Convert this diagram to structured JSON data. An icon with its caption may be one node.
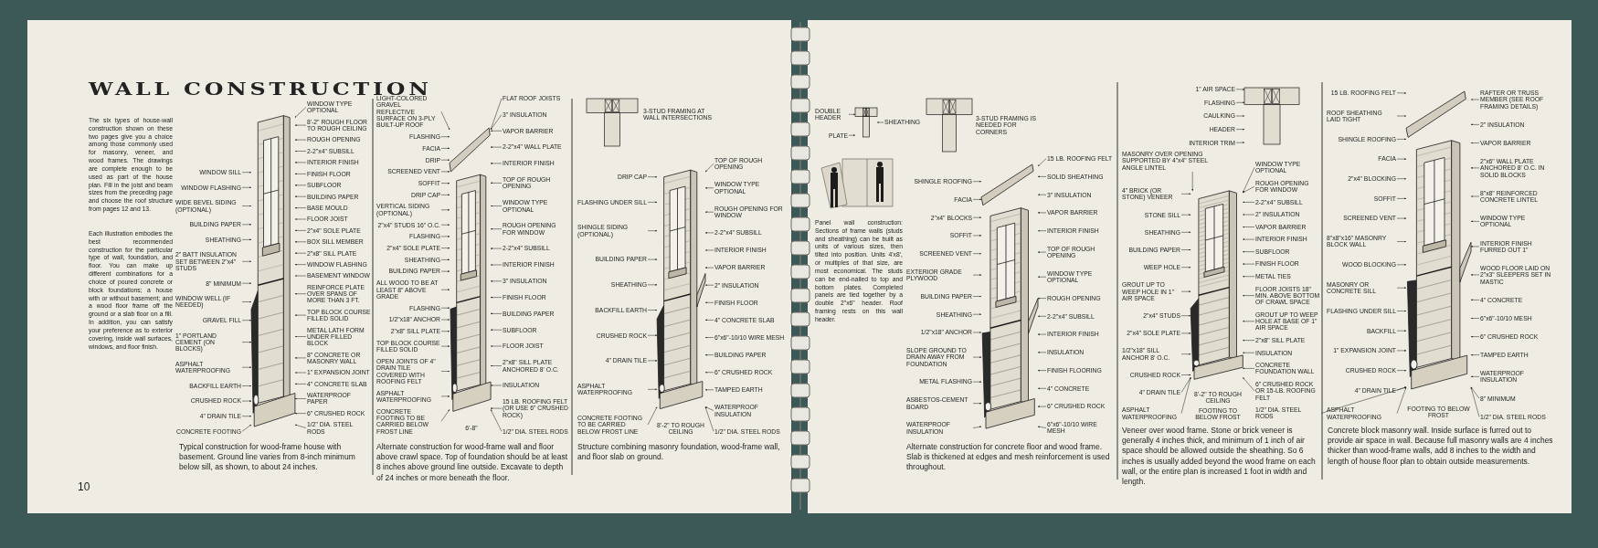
{
  "diagram": {
    "title": "WALL CONSTRUCTION",
    "nodes": [
      {
        "text": [
          "WINDOW SILL"
        ]
      },
      {
        "text": [
          "WINDOW FLASHING"
        ]
      },
      {
        "text": [
          "WIDE BEVEL SIDING (OPTIONAL)"
        ]
      },
      {
        "text": [
          "BUILDING PAPER"
        ]
      },
      {
        "text": [
          "SHEATHING"
        ]
      },
      {
        "text": [
          "2\" BATT INSULATION SET BETWEEN 2\"x4\" STUDS"
        ]
      },
      {
        "text": [
          "8\" MINIMUM"
        ]
      },
      {
        "text": [
          "WINDOW WELL (IF NEEDED)"
        ]
      },
      {
        "text": [
          "GRAVEL FILL"
        ]
      },
      {
        "text": [
          "1\" PORTLAND CEMENT (ON BLOCKS)"
        ]
      },
      {
        "text": [
          "ASPHALT WATERPROOFING"
        ]
      },
      {
        "text": [
          "BACKFILL EARTH"
        ]
      },
      {
        "text": [
          "CRUSHED ROCK"
        ]
      },
      {
        "text": [
          "4\" DRAIN TILE"
        ]
      },
      {
        "text": [
          "CONCRETE FOOTING"
        ]
      },
      {
        "text": [
          "WINDOW TYPE OPTIONAL"
        ]
      },
      {
        "text": [
          "8'-2\" ROUGH FLOOR TO ROUGH CEILING"
        ]
      },
      {
        "text": [
          "ROUGH OPENING"
        ]
      },
      {
        "text": [
          "2-2\"x4\" SUBSILL"
        ]
      },
      {
        "text": [
          "INTERIOR FINISH"
        ]
      },
      {
        "text": [
          "FINISH FLOOR"
        ]
      },
      {
        "text": [
          "SUBFLOOR"
        ]
      },
      {
        "text": [
          "BUILDING PAPER"
        ]
      },
      {
        "text": [
          "BASE MOULD"
        ]
      },
      {
        "text": [
          "FLOOR JOIST"
        ]
      },
      {
        "text": [
          "2\"x4\" SOLE PLATE"
        ]
      },
      {
        "text": [
          "BOX SILL MEMBER"
        ]
      },
      {
        "text": [
          "2\"x8\" SILL PLATE"
        ]
      },
      {
        "text": [
          "WINDOW FLASHING"
        ]
      },
      {
        "text": [
          "BASEMENT WINDOW"
        ]
      },
      {
        "text": [
          "REINFORCE PLATE OVER SPANS OF MORE THAN 3 FT."
        ]
      },
      {
        "text": [
          "TOP BLOCK COURSE FILLED SOLID"
        ]
      },
      {
        "text": [
          "METAL LATH FORM UNDER FILLED BLOCK"
        ]
      },
      {
        "text": [
          "8\" CONCRETE OR MASONRY WALL"
        ]
      },
      {
        "text": [
          "1\" EXPANSION JOINT"
        ]
      },
      {
        "text": [
          "4\" CONCRETE SLAB"
        ]
      },
      {
        "text": [
          "WATERPROOF PAPER"
        ]
      },
      {
        "text": [
          "6\" CRUSHED ROCK"
        ]
      },
      {
        "text": [
          "1/2\" DIA. STEEL RODS"
        ]
      },
      {
        "text": [
          "LIGHT-COLORED GRAVEL REFLECTIVE SURFACE ON 3-PLY BUILT-UP ROOF"
        ]
      },
      {
        "text": [
          "FLASHING"
        ]
      },
      {
        "text": [
          "FACIA"
        ]
      },
      {
        "text": [
          "DRIP"
        ]
      },
      {
        "text": [
          "SCREENED VENT"
        ]
      },
      {
        "text": [
          "SOFFIT"
        ]
      },
      {
        "text": [
          "DRIP CAP"
        ]
      },
      {
        "text": [
          "VERTICAL SIDING (OPTIONAL)"
        ]
      },
      {
        "text": [
          "2\"x4\" STUDS 16\" O.C."
        ]
      },
      {
        "text": [
          "FLASHING"
        ]
      },
      {
        "text": [
          "2\"x4\" SOLE PLATE"
        ]
      },
      {
        "text": [
          "SHEATHING"
        ]
      },
      {
        "text": [
          "BUILDING PAPER"
        ]
      },
      {
        "text": [
          "ALL WOOD TO BE AT LEAST 8\" ABOVE GRADE"
        ]
      },
      {
        "text": [
          "FLASHING"
        ]
      },
      {
        "text": [
          "1/2\"x18\" ANCHOR"
        ]
      },
      {
        "text": [
          "2\"x8\" SILL PLATE"
        ]
      },
      {
        "text": [
          "TOP BLOCK COURSE FILLED SOLID"
        ]
      },
      {
        "text": [
          "OPEN JOINTS OF 4\" DRAIN TILE COVERED WITH ROOFING FELT"
        ]
      },
      {
        "text": [
          "ASPHALT WATERPROOFING"
        ]
      },
      {
        "text": [
          "CONCRETE FOOTING TO BE CARRIED BELOW FROST LINE"
        ]
      },
      {
        "text": [
          "FLAT ROOF JOISTS"
        ]
      },
      {
        "text": [
          "3\" INSULATION"
        ]
      },
      {
        "text": [
          "VAPOR BARRIER"
        ]
      },
      {
        "text": [
          "2-2\"x4\" WALL PLATE"
        ]
      },
      {
        "text": [
          "INTERIOR FINISH"
        ]
      },
      {
        "text": [
          "TOP OF ROUGH OPENING"
        ]
      },
      {
        "text": [
          "WINDOW TYPE OPTIONAL"
        ]
      },
      {
        "text": [
          "ROUGH OPENING FOR WINDOW"
        ]
      },
      {
        "text": [
          "2-2\"x4\" SUBSILL"
        ]
      },
      {
        "text": [
          "INTERIOR FINISH"
        ]
      },
      {
        "text": [
          "3\" INSULATION"
        ]
      },
      {
        "text": [
          "FINISH FLOOR"
        ]
      },
      {
        "text": [
          "BUILDING PAPER"
        ]
      },
      {
        "text": [
          "SUBFLOOR"
        ]
      },
      {
        "text": [
          "FLOOR JOIST"
        ]
      },
      {
        "text": [
          "2\"x8\" SILL PLATE ANCHORED 8' O.C."
        ]
      },
      {
        "text": [
          "INSULATION"
        ]
      },
      {
        "text": [
          "15 LB. ROOFING FELT (OR USE 6\" CRUSHED ROCK)"
        ]
      },
      {
        "text": [
          "1/2\" DIA. STEEL RODS"
        ]
      },
      {
        "text": [
          "DRIP CAP"
        ]
      },
      {
        "text": [
          "FLASHING UNDER SILL"
        ]
      },
      {
        "text": [
          "SHINGLE SIDING (OPTIONAL)"
        ]
      },
      {
        "text": [
          "BUILDING PAPER"
        ]
      },
      {
        "text": [
          "SHEATHING"
        ]
      },
      {
        "text": [
          "BACKFILL EARTH"
        ]
      },
      {
        "text": [
          "CRUSHED ROCK"
        ]
      },
      {
        "text": [
          "4\" DRAIN TILE"
        ]
      },
      {
        "text": [
          "ASPHALT WATERPROOFING"
        ]
      },
      {
        "text": [
          "CONCRETE FOOTING TO BE CARRIED BELOW FROST LINE"
        ]
      },
      {
        "text": [
          "TOP OF ROUGH OPENING"
        ]
      },
      {
        "text": [
          "WINDOW TYPE OPTIONAL"
        ]
      },
      {
        "text": [
          "ROUGH OPENING FOR WINDOW"
        ]
      },
      {
        "text": [
          "2-2\"x4\" SUBSILL"
        ]
      },
      {
        "text": [
          "INTERIOR FINISH"
        ]
      },
      {
        "text": [
          "VAPOR BARRIER"
        ]
      },
      {
        "text": [
          "2\" INSULATION"
        ]
      },
      {
        "text": [
          "FINISH FLOOR"
        ]
      },
      {
        "text": [
          "4\" CONCRETE SLAB"
        ]
      },
      {
        "text": [
          "6\"x6\"-10/10 WIRE MESH"
        ]
      },
      {
        "text": [
          "BUILDING PAPER"
        ]
      },
      {
        "text": [
          "6\" CRUSHED ROCK"
        ]
      },
      {
        "text": [
          "TAMPED EARTH"
        ]
      },
      {
        "text": [
          "WATERPROOF INSULATION"
        ]
      },
      {
        "text": [
          "1/2\" DIA. STEEL RODS"
        ]
      },
      {
        "text": [
          "DOUBLE HEADER"
        ]
      },
      {
        "text": [
          "PLATE"
        ]
      },
      {
        "text": [
          "SHEATHING"
        ]
      },
      {
        "text": [
          "SHINGLE ROOFING"
        ]
      },
      {
        "text": [
          "FACIA"
        ]
      },
      {
        "text": [
          "2\"x4\" BLOCKS"
        ]
      },
      {
        "text": [
          "SOFFIT"
        ]
      },
      {
        "text": [
          "SCREENED VENT"
        ]
      },
      {
        "text": [
          "EXTERIOR GRADE PLYWOOD"
        ]
      },
      {
        "text": [
          "BUILDING PAPER"
        ]
      },
      {
        "text": [
          "SHEATHING"
        ]
      },
      {
        "text": [
          "1/2\"x18\" ANCHOR"
        ]
      },
      {
        "text": [
          "SLOPE GROUND TO DRAIN AWAY FROM FOUNDATION"
        ]
      },
      {
        "text": [
          "METAL FLASHING"
        ]
      },
      {
        "text": [
          "ASBESTOS-CEMENT BOARD"
        ]
      },
      {
        "text": [
          "WATERPROOF INSULATION"
        ]
      },
      {
        "text": [
          "15 LB. ROOFING FELT"
        ]
      },
      {
        "text": [
          "SOLID SHEATHING"
        ]
      },
      {
        "text": [
          "3\" INSULATION"
        ]
      },
      {
        "text": [
          "VAPOR BARRIER"
        ]
      },
      {
        "text": [
          "INTERIOR FINISH"
        ]
      },
      {
        "text": [
          "TOP OF ROUGH OPENING"
        ]
      },
      {
        "text": [
          "WINDOW TYPE OPTIONAL"
        ]
      },
      {
        "text": [
          "ROUGH OPENING"
        ]
      },
      {
        "text": [
          "2-2\"x4\" SUBSILL"
        ]
      },
      {
        "text": [
          "INTERIOR FINISH"
        ]
      },
      {
        "text": [
          "INSULATION"
        ]
      },
      {
        "text": [
          "FINISH FLOORING"
        ]
      },
      {
        "text": [
          "4\" CONCRETE"
        ]
      },
      {
        "text": [
          "6\" CRUSHED ROCK"
        ]
      },
      {
        "text": [
          "6\"x6\"-10/10 WIRE MESH"
        ]
      },
      {
        "text": [
          "1\" AIR SPACE"
        ]
      },
      {
        "text": [
          "FLASHING"
        ]
      },
      {
        "text": [
          "CAULKING"
        ]
      },
      {
        "text": [
          "HEADER"
        ]
      },
      {
        "text": [
          "INTERIOR TRIM"
        ]
      },
      {
        "text": [
          "MASONRY OVER OPENING SUPPORTED BY 4\"x4\" STEEL ANGLE LINTEL"
        ]
      },
      {
        "text": [
          "4\" BRICK (OR STONE) VENEER"
        ]
      },
      {
        "text": [
          "STONE SILL"
        ]
      },
      {
        "text": [
          "SHEATHING"
        ]
      },
      {
        "text": [
          "BUILDING PAPER"
        ]
      },
      {
        "text": [
          "WEEP HOLE"
        ]
      },
      {
        "text": [
          "GROUT UP TO WEEP HOLE IN 1\" AIR SPACE"
        ]
      },
      {
        "text": [
          "2\"x4\" STUDS"
        ]
      },
      {
        "text": [
          "2\"x4\" SOLE PLATE"
        ]
      },
      {
        "text": [
          "1/2\"x18\" SILL ANCHOR 8' O.C."
        ]
      },
      {
        "text": [
          "CRUSHED ROCK"
        ]
      },
      {
        "text": [
          "4\" DRAIN TILE"
        ]
      },
      {
        "text": [
          "ASPHALT WATERPROOFING"
        ]
      },
      {
        "text": [
          "WINDOW TYPE OPTIONAL"
        ]
      },
      {
        "text": [
          "ROUGH OPENING FOR WINDOW"
        ]
      },
      {
        "text": [
          "2-2\"x4\" SUBSILL"
        ]
      },
      {
        "text": [
          "2\" INSULATION"
        ]
      },
      {
        "text": [
          "VAPOR BARRIER"
        ]
      },
      {
        "text": [
          "INTERIOR FINISH"
        ]
      },
      {
        "text": [
          "SUBFLOOR"
        ]
      },
      {
        "text": [
          "FINISH FLOOR"
        ]
      },
      {
        "text": [
          "METAL TIES"
        ]
      },
      {
        "text": [
          "FLOOR JOISTS 18\" MIN. ABOVE BOTTOM OF CRAWL SPACE"
        ]
      },
      {
        "text": [
          "GROUT UP TO WEEP HOLE AT BASE OF 1\" AIR SPACE"
        ]
      },
      {
        "text": [
          "2\"x8\" SILL PLATE"
        ]
      },
      {
        "text": [
          "INSULATION"
        ]
      },
      {
        "text": [
          "CONCRETE FOUNDATION WALL"
        ]
      },
      {
        "text": [
          "6\" CRUSHED ROCK OR 15-LB. ROOFING FELT"
        ]
      },
      {
        "text": [
          "1/2\" DIA. STEEL RODS"
        ]
      },
      {
        "text": [
          "15 LB. ROOFING FELT"
        ]
      },
      {
        "text": [
          "ROOF SHEATHING LAID TIGHT"
        ]
      },
      {
        "text": [
          "SHINGLE ROOFING"
        ]
      },
      {
        "text": [
          "FACIA"
        ]
      },
      {
        "text": [
          "2\"x4\" BLOCKING"
        ]
      },
      {
        "text": [
          "SOFFIT"
        ]
      },
      {
        "text": [
          "SCREENED VENT"
        ]
      },
      {
        "text": [
          "8\"x8\"x16\" MASONRY BLOCK WALL"
        ]
      },
      {
        "text": [
          "WOOD BLOCKING"
        ]
      },
      {
        "text": [
          "MASONRY OR CONCRETE SILL"
        ]
      },
      {
        "text": [
          "FLASHING UNDER SILL"
        ]
      },
      {
        "text": [
          "BACKFILL"
        ]
      },
      {
        "text": [
          "1\" EXPANSION JOINT"
        ]
      },
      {
        "text": [
          "CRUSHED ROCK"
        ]
      },
      {
        "text": [
          "4\" DRAIN TILE"
        ]
      },
      {
        "text": [
          "ASPHALT WATERPROOFING"
        ]
      },
      {
        "text": [
          "RAFTER OR TRUSS MEMBER (SEE ROOF FRAMING DETAILS)"
        ]
      },
      {
        "text": [
          "2\" INSULATION"
        ]
      },
      {
        "text": [
          "VAPOR BARRIER"
        ]
      },
      {
        "text": [
          "2\"x6\" WALL PLATE ANCHORED 8' O.C. IN SOLID BLOCKS"
        ]
      },
      {
        "text": [
          "8\"x8\" REINFORCED CONCRETE LINTEL"
        ]
      },
      {
        "text": [
          "WINDOW TYPE OPTIONAL"
        ]
      },
      {
        "text": [
          "INTERIOR FINISH FURRED OUT 1\""
        ]
      },
      {
        "text": [
          "WOOD FLOOR LAID ON 2\"x3\" SLEEPERS SET IN MASTIC"
        ]
      },
      {
        "text": [
          "4\" CONCRETE"
        ]
      },
      {
        "text": [
          "6\"x6\"-10/10 MESH"
        ]
      },
      {
        "text": [
          "6\" CRUSHED ROCK"
        ]
      },
      {
        "text": [
          "TAMPED EARTH"
        ]
      },
      {
        "text": [
          "WATERPROOF INSULATION"
        ]
      },
      {
        "text": [
          "8\" MINIMUM"
        ]
      },
      {
        "text": [
          "1/2\" DIA. STEEL RODS"
        ]
      },
      {
        "text": [],
        "shape": "picture"
      },
      {
        "text": [],
        "shape": "picture"
      },
      {
        "text": [],
        "shape": "picture"
      },
      {
        "text": [],
        "shape": "picture"
      },
      {
        "text": [],
        "shape": "picture"
      },
      {
        "text": [],
        "shape": "picture"
      },
      {
        "text": [],
        "shape": "picture"
      },
      {
        "text": [],
        "shape": "picture"
      }
    ],
    "edges": [
      {
        "from": 0,
        "to": 200,
        "arrow": "to"
      },
      {
        "from": 1,
        "to": 200,
        "arrow": "to"
      },
      {
        "from": 2,
        "to": 200,
        "arrow": "to"
      },
      {
        "from": 3,
        "to": 200,
        "arrow": "to"
      },
      {
        "from": 4,
        "to": 200,
        "arrow": "to"
      },
      {
        "from": 5,
        "to": 200,
        "arrow": "to"
      },
      {
        "from": 6,
        "to": 200,
        "arrow": "to"
      },
      {
        "from": 7,
        "to": 200,
        "arrow": "to"
      },
      {
        "from": 8,
        "to": 200,
        "arrow": "to"
      },
      {
        "from": 9,
        "to": 200,
        "arrow": "to"
      },
      {
        "from": 10,
        "to": 200,
        "arrow": "to"
      },
      {
        "from": 11,
        "to": 200,
        "arrow": "to"
      },
      {
        "from": 12,
        "to": 200,
        "arrow": "to"
      },
      {
        "from": 13,
        "to": 200,
        "arrow": "to"
      },
      {
        "from": 14,
        "to": 200,
        "arrow": "to"
      },
      {
        "from": 15,
        "to": 200,
        "arrow": "to"
      },
      {
        "from": 16,
        "to": 200,
        "arrow": "to"
      },
      {
        "from": 17,
        "to": 200,
        "arrow": "to"
      },
      {
        "from": 18,
        "to": 200,
        "arrow": "to"
      },
      {
        "from": 19,
        "to": 200,
        "arrow": "to"
      },
      {
        "from": 20,
        "to": 200,
        "arrow": "to"
      },
      {
        "from": 21,
        "to": 200,
        "arrow": "to"
      },
      {
        "from": 22,
        "to": 200,
        "arrow": "to"
      },
      {
        "from": 23,
        "to": 200,
        "arrow": "to"
      },
      {
        "from": 24,
        "to": 200,
        "arrow": "to"
      },
      {
        "from": 25,
        "to": 200,
        "arrow": "to"
      },
      {
        "from": 26,
        "to": 200,
        "arrow": "to"
      },
      {
        "from": 27,
        "to": 200,
        "arrow": "to"
      },
      {
        "from": 28,
        "to": 200,
        "arrow": "to"
      },
      {
        "from": 29,
        "to": 200,
        "arrow": "to"
      },
      {
        "from": 30,
        "to": 200,
        "arrow": "to"
      },
      {
        "from": 31,
        "to": 200,
        "arrow": "to"
      },
      {
        "from": 32,
        "to": 200,
        "arrow": "to"
      },
      {
        "from": 33,
        "to": 200,
        "arrow": "to"
      },
      {
        "from": 34,
        "to": 200,
        "arrow": "to"
      },
      {
        "from": 35,
        "to": 200,
        "arrow": "to"
      },
      {
        "from": 36,
        "to": 200,
        "arrow": "to"
      },
      {
        "from": 37,
        "to": 200,
        "arrow": "to"
      },
      {
        "from": 38,
        "to": 200,
        "arrow": "to"
      },
      {
        "from": 39,
        "to": 201,
        "arrow": "to"
      },
      {
        "from": 40,
        "to": 201,
        "arrow": "to"
      },
      {
        "from": 41,
        "to": 201,
        "arrow": "to"
      },
      {
        "from": 42,
        "to": 201,
        "arrow": "to"
      },
      {
        "from": 43,
        "to": 201,
        "arrow": "to"
      },
      {
        "from": 44,
        "to": 201,
        "arrow": "to"
      },
      {
        "from": 45,
        "to": 201,
        "arrow": "to"
      },
      {
        "from": 46,
        "to": 201,
        "arrow": "to"
      },
      {
        "from": 47,
        "to": 201,
        "arrow": "to"
      },
      {
        "from": 48,
        "to": 201,
        "arrow": "to"
      },
      {
        "from": 49,
        "to": 201,
        "arrow": "to"
      },
      {
        "from": 50,
        "to": 201,
        "arrow": "to"
      },
      {
        "from": 51,
        "to": 201,
        "arrow": "to"
      },
      {
        "from": 52,
        "to": 201,
        "arrow": "to"
      },
      {
        "from": 53,
        "to": 201,
        "arrow": "to"
      },
      {
        "from": 54,
        "to": 201,
        "arrow": "to"
      },
      {
        "from": 55,
        "to": 201,
        "arrow": "to"
      },
      {
        "from": 56,
        "to": 201,
        "arrow": "to"
      },
      {
        "from": 57,
        "to": 201,
        "arrow": "to"
      },
      {
        "from": 58,
        "to": 201,
        "arrow": "to"
      },
      {
        "from": 59,
        "to": 201,
        "arrow": "to"
      },
      {
        "from": 60,
        "to": 201,
        "arrow": "to"
      },
      {
        "from": 61,
        "to": 201,
        "arrow": "to"
      },
      {
        "from": 62,
        "to": 201,
        "arrow": "to"
      },
      {
        "from": 63,
        "to": 201,
        "arrow": "to"
      },
      {
        "from": 64,
        "to": 201,
        "arrow": "to"
      },
      {
        "from": 65,
        "to": 201,
        "arrow": "to"
      },
      {
        "from": 66,
        "to": 201,
        "arrow": "to"
      },
      {
        "from": 67,
        "to": 201,
        "arrow": "to"
      },
      {
        "from": 68,
        "to": 201,
        "arrow": "to"
      },
      {
        "from": 69,
        "to": 201,
        "arrow": "to"
      },
      {
        "from": 70,
        "to": 201,
        "arrow": "to"
      },
      {
        "from": 71,
        "to": 201,
        "arrow": "to"
      },
      {
        "from": 72,
        "to": 201,
        "arrow": "to"
      },
      {
        "from": 73,
        "to": 201,
        "arrow": "to"
      },
      {
        "from": 74,
        "to": 201,
        "arrow": "to"
      },
      {
        "from": 75,
        "to": 201,
        "arrow": "to"
      },
      {
        "from": 76,
        "to": 201,
        "arrow": "to"
      },
      {
        "from": 77,
        "to": 201,
        "arrow": "to"
      },
      {
        "from": 78,
        "to": 201,
        "arrow": "to"
      },
      {
        "from": 79,
        "to": 202,
        "arrow": "to"
      },
      {
        "from": 80,
        "to": 202,
        "arrow": "to"
      },
      {
        "from": 81,
        "to": 202,
        "arrow": "to"
      },
      {
        "from": 82,
        "to": 202,
        "arrow": "to"
      },
      {
        "from": 83,
        "to": 202,
        "arrow": "to"
      },
      {
        "from": 84,
        "to": 202,
        "arrow": "to"
      },
      {
        "from": 85,
        "to": 202,
        "arrow": "to"
      },
      {
        "from": 86,
        "to": 202,
        "arrow": "to"
      },
      {
        "from": 87,
        "to": 202,
        "arrow": "to"
      },
      {
        "from": 88,
        "to": 202,
        "arrow": "to"
      },
      {
        "from": 89,
        "to": 202,
        "arrow": "to"
      },
      {
        "from": 90,
        "to": 202,
        "arrow": "to"
      },
      {
        "from": 91,
        "to": 202,
        "arrow": "to"
      },
      {
        "from": 92,
        "to": 202,
        "arrow": "to"
      },
      {
        "from": 93,
        "to": 202,
        "arrow": "to"
      },
      {
        "from": 94,
        "to": 202,
        "arrow": "to"
      },
      {
        "from": 95,
        "to": 202,
        "arrow": "to"
      },
      {
        "from": 96,
        "to": 202,
        "arrow": "to"
      },
      {
        "from": 97,
        "to": 202,
        "arrow": "to"
      },
      {
        "from": 98,
        "to": 202,
        "arrow": "to"
      },
      {
        "from": 99,
        "to": 202,
        "arrow": "to"
      },
      {
        "from": 100,
        "to": 202,
        "arrow": "to"
      },
      {
        "from": 101,
        "to": 202,
        "arrow": "to"
      },
      {
        "from": 102,
        "to": 202,
        "arrow": "to"
      },
      {
        "from": 103,
        "to": 202,
        "arrow": "to"
      },
      {
        "from": 104,
        "to": 206,
        "arrow": "to"
      },
      {
        "from": 105,
        "to": 206,
        "arrow": "to"
      },
      {
        "from": 106,
        "to": 206,
        "arrow": "to"
      },
      {
        "from": 107,
        "to": 203,
        "arrow": "to"
      },
      {
        "from": 108,
        "to": 203,
        "arrow": "to"
      },
      {
        "from": 109,
        "to": 203,
        "arrow": "to"
      },
      {
        "from": 110,
        "to": 203,
        "arrow": "to"
      },
      {
        "from": 111,
        "to": 203,
        "arrow": "to"
      },
      {
        "from": 112,
        "to": 203,
        "arrow": "to"
      },
      {
        "from": 113,
        "to": 203,
        "arrow": "to"
      },
      {
        "from": 114,
        "to": 203,
        "arrow": "to"
      },
      {
        "from": 115,
        "to": 203,
        "arrow": "to"
      },
      {
        "from": 116,
        "to": 203,
        "arrow": "to"
      },
      {
        "from": 117,
        "to": 203,
        "arrow": "to"
      },
      {
        "from": 118,
        "to": 203,
        "arrow": "to"
      },
      {
        "from": 119,
        "to": 203,
        "arrow": "to"
      },
      {
        "from": 120,
        "to": 203,
        "arrow": "to"
      },
      {
        "from": 121,
        "to": 203,
        "arrow": "to"
      },
      {
        "from": 122,
        "to": 203,
        "arrow": "to"
      },
      {
        "from": 123,
        "to": 203,
        "arrow": "to"
      },
      {
        "from": 124,
        "to": 203,
        "arrow": "to"
      },
      {
        "from": 125,
        "to": 203,
        "arrow": "to"
      },
      {
        "from": 126,
        "to": 203,
        "arrow": "to"
      },
      {
        "from": 127,
        "to": 203,
        "arrow": "to"
      },
      {
        "from": 128,
        "to": 203,
        "arrow": "to"
      },
      {
        "from": 129,
        "to": 203,
        "arrow": "to"
      },
      {
        "from": 130,
        "to": 203,
        "arrow": "to"
      },
      {
        "from": 131,
        "to": 203,
        "arrow": "to"
      },
      {
        "from": 132,
        "to": 203,
        "arrow": "to"
      },
      {
        "from": 133,
        "to": 203,
        "arrow": "to"
      },
      {
        "from": 134,
        "to": 203,
        "arrow": "to"
      },
      {
        "from": 135,
        "to": 207,
        "arrow": "to"
      },
      {
        "from": 136,
        "to": 207,
        "arrow": "to"
      },
      {
        "from": 137,
        "to": 207,
        "arrow": "to"
      },
      {
        "from": 138,
        "to": 207,
        "arrow": "to"
      },
      {
        "from": 139,
        "to": 207,
        "arrow": "to"
      },
      {
        "from": 140,
        "to": 204,
        "arrow": "to"
      },
      {
        "from": 141,
        "to": 204,
        "arrow": "to"
      },
      {
        "from": 142,
        "to": 204,
        "arrow": "to"
      },
      {
        "from": 143,
        "to": 204,
        "arrow": "to"
      },
      {
        "from": 144,
        "to": 204,
        "arrow": "to"
      },
      {
        "from": 145,
        "to": 204,
        "arrow": "to"
      },
      {
        "from": 146,
        "to": 204,
        "arrow": "to"
      },
      {
        "from": 147,
        "to": 204,
        "arrow": "to"
      },
      {
        "from": 148,
        "to": 204,
        "arrow": "to"
      },
      {
        "from": 149,
        "to": 204,
        "arrow": "to"
      },
      {
        "from": 150,
        "to": 204,
        "arrow": "to"
      },
      {
        "from": 151,
        "to": 204,
        "arrow": "to"
      },
      {
        "from": 152,
        "to": 204,
        "arrow": "to"
      },
      {
        "from": 153,
        "to": 204,
        "arrow": "to"
      },
      {
        "from": 154,
        "to": 204,
        "arrow": "to"
      },
      {
        "from": 155,
        "to": 204,
        "arrow": "to"
      },
      {
        "from": 156,
        "to": 204,
        "arrow": "to"
      },
      {
        "from": 157,
        "to": 204,
        "arrow": "to"
      },
      {
        "from": 158,
        "to": 204,
        "arrow": "to"
      },
      {
        "from": 159,
        "to": 204,
        "arrow": "to"
      },
      {
        "from": 160,
        "to": 204,
        "arrow": "to"
      },
      {
        "from": 161,
        "to": 204,
        "arrow": "to"
      },
      {
        "from": 162,
        "to": 204,
        "arrow": "to"
      },
      {
        "from": 163,
        "to": 204,
        "arrow": "to"
      },
      {
        "from": 164,
        "to": 204,
        "arrow": "to"
      },
      {
        "from": 165,
        "to": 204,
        "arrow": "to"
      },
      {
        "from": 166,
        "to": 204,
        "arrow": "to"
      },
      {
        "from": 167,
        "to": 204,
        "arrow": "to"
      },
      {
        "from": 168,
        "to": 205,
        "arrow": "to"
      },
      {
        "from": 169,
        "to": 205,
        "arrow": "to"
      },
      {
        "from": 170,
        "to": 205,
        "arrow": "to"
      },
      {
        "from": 171,
        "to": 205,
        "arrow": "to"
      },
      {
        "from": 172,
        "to": 205,
        "arrow": "to"
      },
      {
        "from": 173,
        "to": 205,
        "arrow": "to"
      },
      {
        "from": 174,
        "to": 205,
        "arrow": "to"
      },
      {
        "from": 175,
        "to": 205,
        "arrow": "to"
      },
      {
        "from": 176,
        "to": 205,
        "arrow": "to"
      },
      {
        "from": 177,
        "to": 205,
        "arrow": "to"
      },
      {
        "from": 178,
        "to": 205,
        "arrow": "to"
      },
      {
        "from": 179,
        "to": 205,
        "arrow": "to"
      },
      {
        "from": 180,
        "to": 205,
        "arrow": "to"
      },
      {
        "from": 181,
        "to": 205,
        "arrow": "to"
      },
      {
        "from": 182,
        "to": 205,
        "arrow": "to"
      },
      {
        "from": 183,
        "to": 205,
        "arrow": "to"
      },
      {
        "from": 184,
        "to": 205,
        "arrow": "to"
      },
      {
        "from": 185,
        "to": 205,
        "arrow": "to"
      },
      {
        "from": 186,
        "to": 205,
        "arrow": "to"
      },
      {
        "from": 187,
        "to": 205,
        "arrow": "to"
      },
      {
        "from": 188,
        "to": 205,
        "arrow": "to"
      },
      {
        "from": 189,
        "to": 205,
        "arrow": "to"
      },
      {
        "from": 190,
        "to": 205,
        "arrow": "to"
      },
      {
        "from": 191,
        "to": 205,
        "arrow": "to"
      },
      {
        "from": 192,
        "to": 205,
        "arrow": "to"
      },
      {
        "from": 193,
        "to": 205,
        "arrow": "to"
      },
      {
        "from": 194,
        "to": 205,
        "arrow": "to"
      },
      {
        "from": 195,
        "to": 205,
        "arrow": "to"
      },
      {
        "from": 196,
        "to": 205,
        "arrow": "to"
      },
      {
        "from": 197,
        "to": 205,
        "arrow": "to"
      },
      {
        "from": 198,
        "to": 205,
        "arrow": "to"
      },
      {
        "from": 199,
        "to": 205,
        "arrow": "to"
      }
    ],
    "labels": [
      "The six types of house-wall construction shown on these two pages give you a choice among those commonly used for masonry, veneer, and wood frames. The drawings are complete enough to be used as part of the house plan. Fill in the joist and beam sizes from the preceding page and choose the roof structure from pages 12 and 13.",
      "Each illustration embodies the best recommended construction for the particular type of wall, foundation, and floor. You can make up different combinations for a choice of poured concrete or block foundations; a house with or without basement; and a wood floor frame off the ground or a slab floor on a fill. In addition, you can satisfy your preference as to exterior covering, inside wall surfaces, windows, and floor finish.",
      "Typical construction for wood-frame house with basement. Ground line varies from 8-inch minimum below sill, as shown, to about 24 inches.",
      "10",
      "6'-8\"",
      "Alternate construction for wood-frame wall and floor above crawl space. Top of foundation should be at least 8 inches above ground line outside. Excavate to depth of 24 inches or more beneath the floor.",
      "3-STUD FRAMING AT WALL INTERSECTIONS",
      "8'-2\" TO ROUGH CEILING",
      "Structure combining masonry foundation, wood-frame wall, and floor slab on ground.",
      "3-STUD FRAMING IS NEEDED FOR CORNERS",
      "Panel wall construction: Sections of frame walls (studs and sheathing) can be built as units of various sizes, then tilted into position. Units 4'x8', or multiples of that size, are most economical. The studs can be end-nailed to top and bottom plates. Completed panels are tied together by a double 2\"x6\" header. Roof framing rests on this wall header.",
      "Alternate construction for concrete floor and wood frame. Slab is thickened at edges and mesh reinforcement is used throughout.",
      "8'-2\" TO ROUGH CEILING",
      "FOOTING TO BELOW FROST",
      "Veneer over wood frame. Stone or brick veneer is generally 4 inches thick, and minimum of 1 inch of air space should be allowed outside the sheathing. So 6 inches is usually added beyond the wood frame on each wall, or the entire plan is increased 1 foot in width and length.",
      "FOOTING TO BELOW FROST",
      "Concrete block masonry wall. Inside surface is furred out to provide air space in wall. Because full masonry walls are 4 inches thicker than wood-frame walls, add 8 inches to the width and length of house floor plan to obtain outside measurements."
    ]
  }
}
